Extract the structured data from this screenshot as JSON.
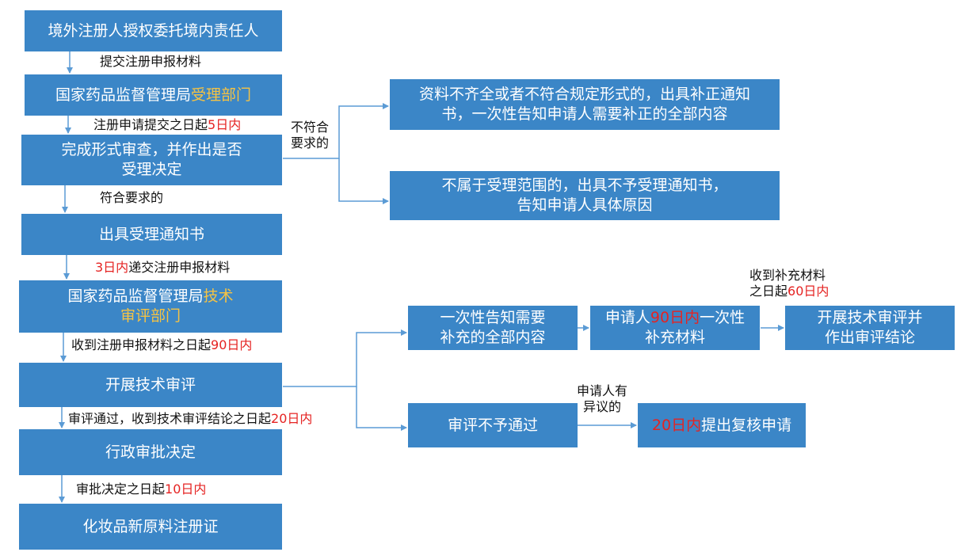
{
  "colors": {
    "box": "#3b86c7",
    "line": "#5b9bd5",
    "highlight_yellow": "#f6c343",
    "highlight_red": "#e52322"
  },
  "boxes": {
    "b1": "境外注册人授权委托境内责任人",
    "b2_a": "国家药品监督管理局",
    "b2_b": "受理部门",
    "b3_a": "完成形式审查，并作出是否",
    "b3_b": "受理决定",
    "b4": "出具受理通知书",
    "b5_a": "国家药品监督管理局",
    "b5_b": "技术",
    "b5_c": "审评部门",
    "b6": "开展技术审评",
    "b7": "行政审批决定",
    "b8": "化妆品新原料注册证",
    "r1_a": "资料不齐全或者不符合规定形式的，出具补正通知",
    "r1_b": "书，一次性告知申请人需要补正的全部内容",
    "r2_a": "不属于受理范围的，出具不予受理通知书，",
    "r2_b": "告知申请人具体原因",
    "s1_a": "一次性告知需要",
    "s1_b": "补充的全部内容",
    "s2_a": "申请人",
    "s2_b": "90日内",
    "s2_c": "一次性",
    "s2_d": "补充材料",
    "s3_a": "开展技术审评并",
    "s3_b": "作出审评结论",
    "s4": "审评不予通过",
    "s5_a": "20日内",
    "s5_b": "提出复核申请"
  },
  "labels": {
    "l1": "提交注册申报材料",
    "l2_a": "注册申请提交之日起",
    "l2_b": "5日内",
    "l3_a": "不符合",
    "l3_b": "要求的",
    "l4": "符合要求的",
    "l5_a": "3日内",
    "l5_b": "递交注册申报材料",
    "l6_a": "收到注册申报材料之日起",
    "l6_b": "90日内",
    "l7_a": "审评通过，收到技术审评结论之日起",
    "l7_b": "20日内",
    "l8_a": "审批决定之日起",
    "l8_b": "10日内",
    "l9_a": "收到补充材料",
    "l9_b": "之日起",
    "l9_c": "60日内",
    "l10_a": "申请人有",
    "l10_b": "异议的"
  }
}
